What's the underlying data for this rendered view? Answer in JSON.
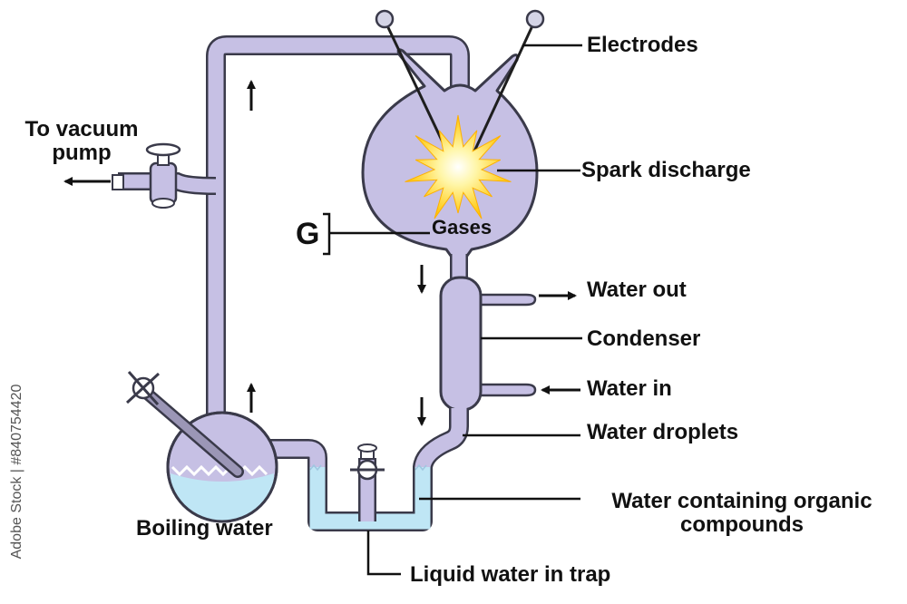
{
  "labels": {
    "electrodes": "Electrodes",
    "spark_discharge": "Spark discharge",
    "vacuum_line1": "To vacuum",
    "vacuum_line2": "pump",
    "g": "G",
    "gases": "Gases",
    "water_out": "Water out",
    "condenser": "Condenser",
    "water_in": "Water in",
    "water_droplets": "Water droplets",
    "organic_line1": "Water containing organic",
    "organic_line2": "compounds",
    "boiling_water": "Boiling water",
    "liquid_trap": "Liquid water in trap"
  },
  "watermark": "Adobe Stock | #840754420",
  "colors": {
    "glass": "#c6c0e4",
    "glass_outline": "#3a3a4a",
    "water": "#bfe6f5",
    "spark": "#ffd21f"
  }
}
